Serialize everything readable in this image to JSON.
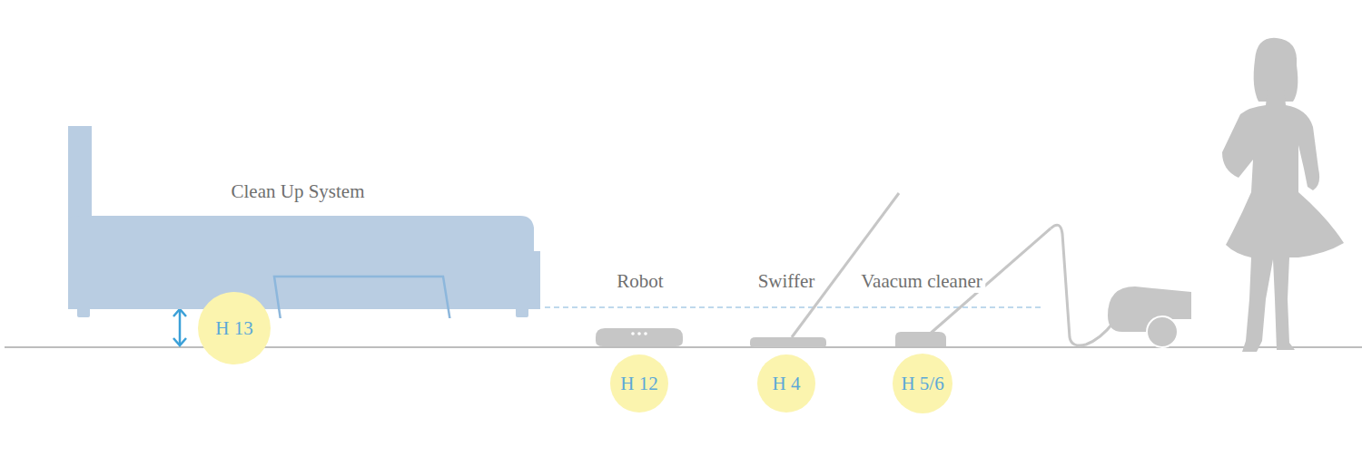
{
  "diagram": {
    "nodes": [
      {
        "text": [
          "Clean Up System"
        ]
      },
      {
        "text": [
          "H 13"
        ]
      },
      {
        "text": [
          "H 12"
        ]
      },
      {
        "text": [
          "H 4"
        ]
      },
      {
        "text": [
          "H 5/6"
        ]
      }
    ],
    "labels": [
      "Robot",
      "Swiffer",
      "Vaacum cleaner"
    ]
  }
}
